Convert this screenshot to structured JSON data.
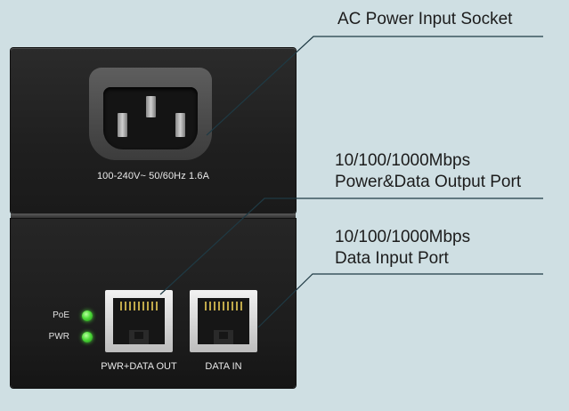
{
  "device": {
    "input_rating": "100-240V~ 50/60Hz 1.6A",
    "led_poe_label": "PoE",
    "led_pwr_label": "PWR",
    "led_color": "#4fdc3a",
    "port_out_label": "PWR+DATA OUT",
    "port_in_label": "DATA IN"
  },
  "callouts": {
    "ac_socket": "AC Power Input Socket",
    "output_port_line1": "10/100/1000Mbps",
    "output_port_line2": "Power&Data Output Port",
    "input_port_line1": "10/100/1000Mbps",
    "input_port_line2": "Data Input Port"
  },
  "colors": {
    "background": "#cfdfe3",
    "device_body": "#1f1f1f",
    "leader_line": "#1f3a44"
  }
}
